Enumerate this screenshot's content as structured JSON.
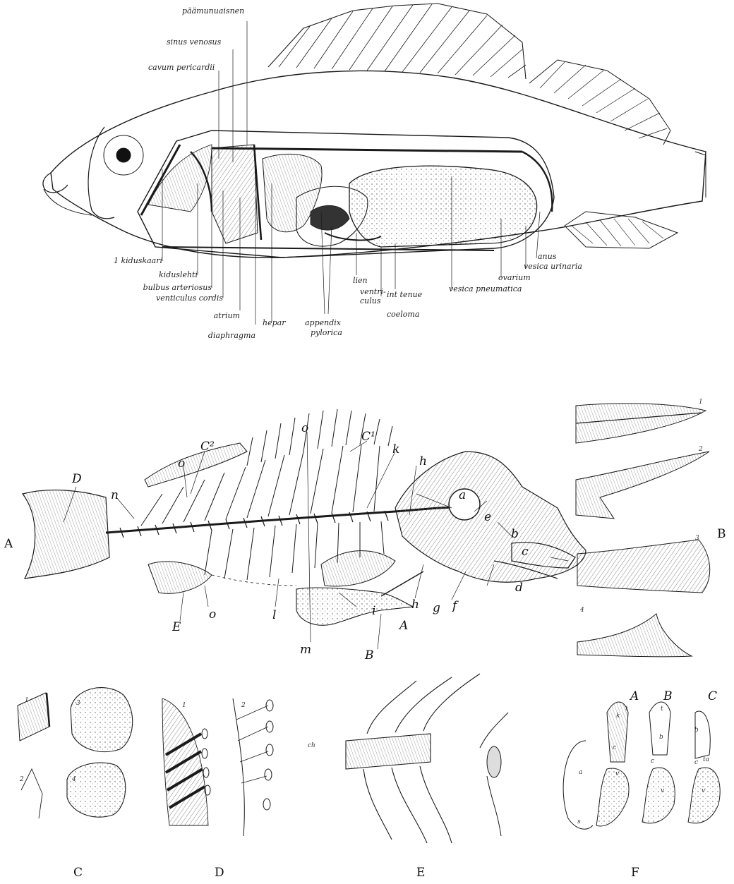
{
  "anatomy": {
    "labels": {
      "paamunaisnen": "päämunuaisnen",
      "sinus_venosus": "sinus venosus",
      "cavum_pericardii": "cavum pericardii",
      "kiduskaari": "1 kiduskaari",
      "kiduslehti": "kiduslehti",
      "bulbus_arteriosus": "bulbus arteriosus",
      "ventriculus_cordis": "venticulus cordis",
      "atrium": "atrium",
      "diaphragma": "diaphragma",
      "hepar": "hepar",
      "appendix": "appendix",
      "pylorica": "pylorica",
      "ventri": "ventri-",
      "culus": "culus",
      "lien": "lien",
      "int_tenue": "int tenue",
      "coeloma": "coeloma",
      "vesica_pneumatica": "vesica pneumatica",
      "ovarium": "ovarium",
      "vesica_urinaria": "vesica urinaria",
      "anus": "anus"
    }
  },
  "skeleton": {
    "panel": "A",
    "labels": {
      "D": "D",
      "n": "n",
      "C2": "C²",
      "o1": "o",
      "o2": "o",
      "C1": "C¹",
      "k": "k",
      "h1": "h",
      "a": "a",
      "e": "e",
      "b": "b",
      "c": "c",
      "d": "d",
      "f": "f",
      "g": "g",
      "h2": "h",
      "A": "A",
      "i": "i",
      "l": "l",
      "E": "E",
      "o3": "o",
      "m": "m",
      "B": "B"
    }
  },
  "tails": {
    "panel": "B",
    "items": [
      "1",
      "2",
      "3",
      "4"
    ]
  },
  "panels": {
    "C": "C",
    "D": "D",
    "E": "E",
    "F": "F"
  },
  "scales": {
    "n1": "1",
    "n2": "2",
    "n3": "3",
    "n4": "4"
  },
  "vertebrae": {
    "ch": "ch"
  },
  "panelD": {
    "n1": "1",
    "n2": "2"
  },
  "hearts": {
    "A": "A",
    "B": "B",
    "C": "C",
    "k": "k",
    "t1": "t",
    "t2": "t",
    "b1": "b",
    "b2": "b",
    "c1": "c",
    "c2": "c",
    "c3": "c",
    "v1": "v",
    "v2": "v",
    "v3": "v",
    "a": "a",
    "s": "s",
    "ta": "ta"
  },
  "colors": {
    "ink": "#1a1a1a",
    "paper": "#ffffff",
    "shade": "#bdbdbd"
  }
}
